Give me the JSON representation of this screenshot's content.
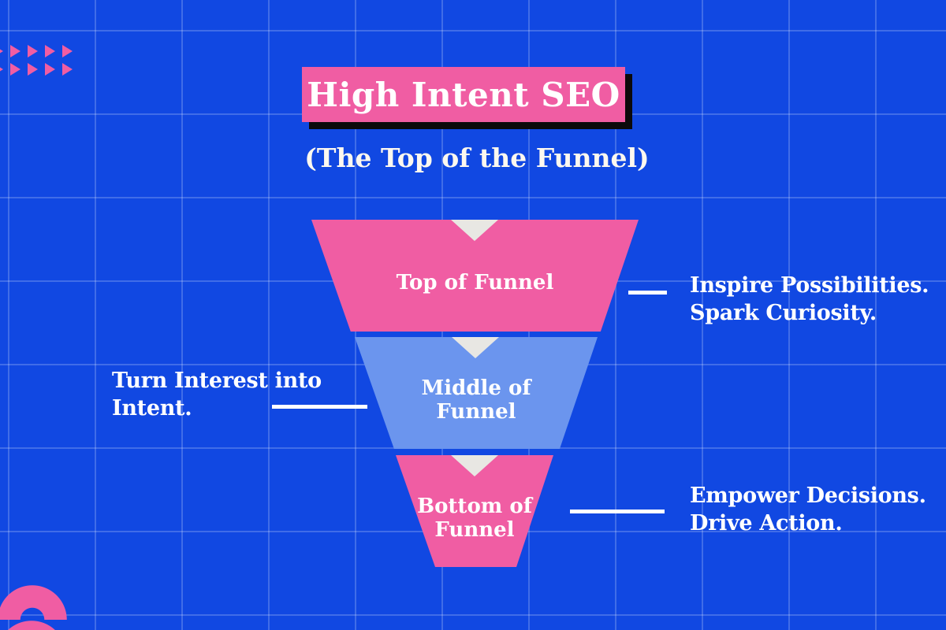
{
  "header": {
    "title": "High Intent SEO",
    "subtitle": "(The Top of the Funnel)"
  },
  "funnel": {
    "segments": [
      {
        "name": "top-of-funnel",
        "lines": [
          "Top of Funnel",
          ""
        ],
        "color": "#f05da3"
      },
      {
        "name": "middle-of-funnel",
        "lines": [
          "Middle of",
          "Funnel"
        ],
        "color": "#6b95ee"
      },
      {
        "name": "bottom-of-funnel",
        "lines": [
          "Bottom of",
          "Funnel"
        ],
        "color": "#f05da3"
      }
    ]
  },
  "annotations": [
    {
      "name": "top-of-funnel-note",
      "side": "right",
      "lines": [
        "Inspire Possibilities.",
        "Spark Curiosity."
      ]
    },
    {
      "name": "middle-of-funnel-note",
      "side": "left",
      "lines": [
        "Turn Interest into",
        "Intent."
      ]
    },
    {
      "name": "bottom-of-funnel-note",
      "side": "right",
      "lines": [
        "Empower Decisions.",
        "Drive Action."
      ]
    }
  ],
  "decorations": {
    "top_left": "triangle-pattern-icon",
    "bottom_left": "arch-shapes-icon",
    "chevron": "chevron-down-icon"
  },
  "colors": {
    "background": "#1148e2",
    "grid": "#4a71e9",
    "pink": "#f05da3",
    "mid-blue": "#6b95ee",
    "chevron": "#e8e7e3",
    "shadow": "#0c0a0b",
    "text": "#ffffff",
    "subtitle-text": "#fdf8ef"
  }
}
